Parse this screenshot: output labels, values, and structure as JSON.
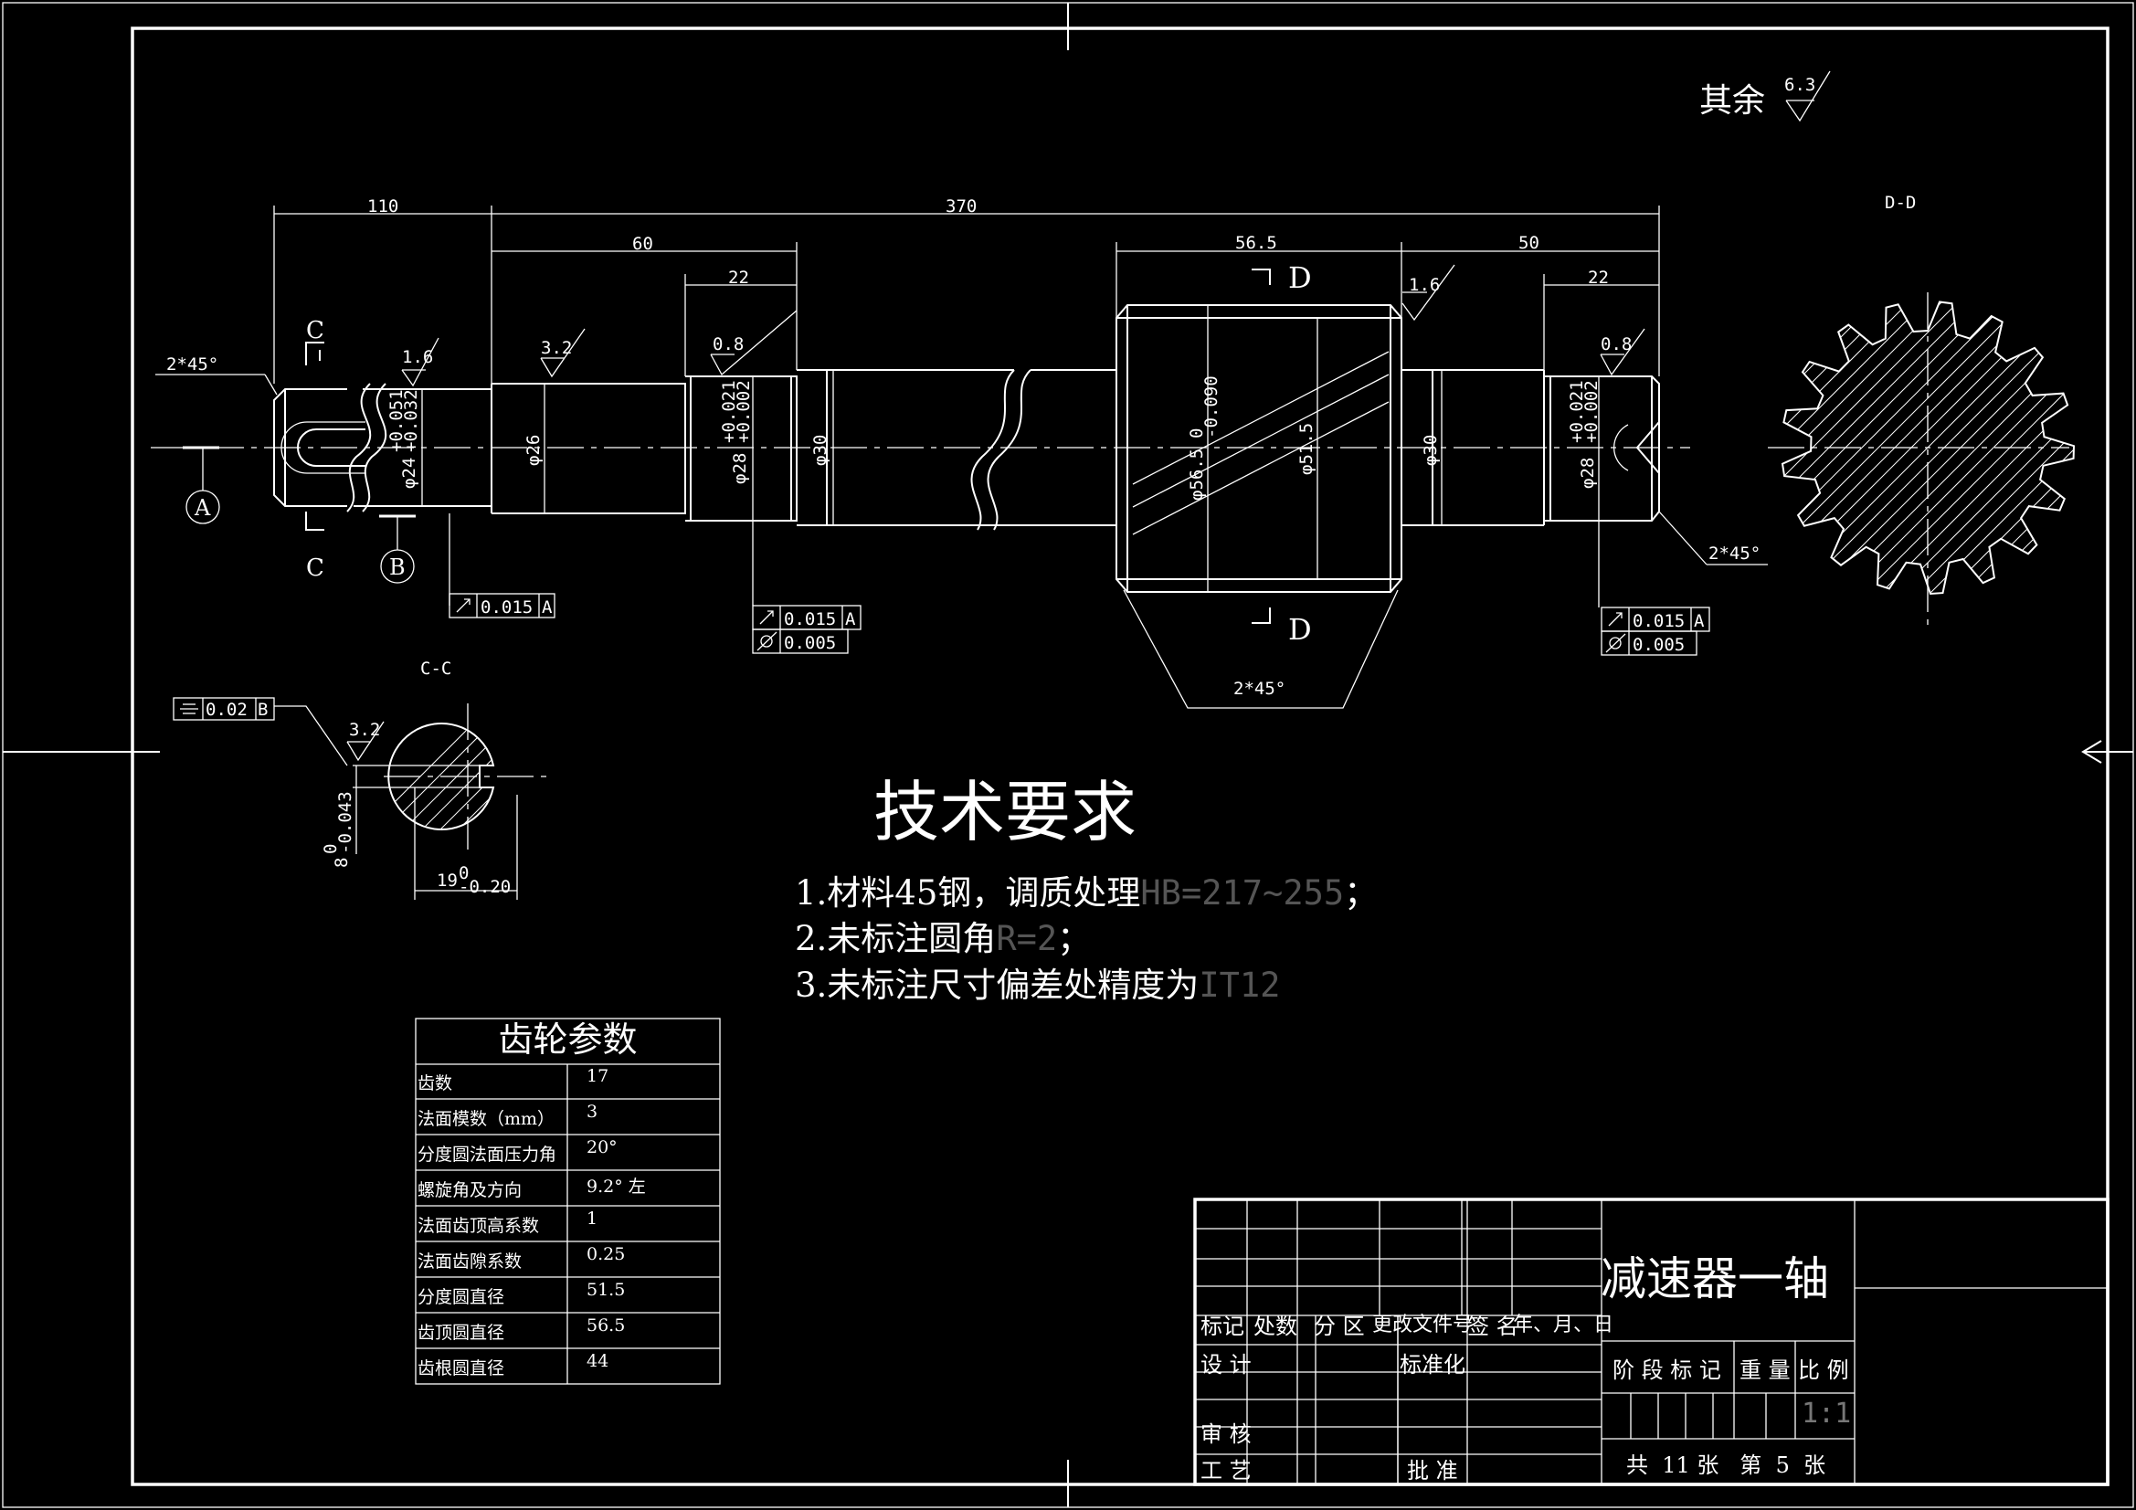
{
  "surface_roughness_default": {
    "label": "其余",
    "value": "6.3"
  },
  "section_dd_label": "D-D",
  "section_cc_label": "C-C",
  "dimensions": {
    "d110": "110",
    "d370": "370",
    "d60": "60",
    "d22a": "22",
    "d56_5": "56.5",
    "d50": "50",
    "d22b": "22",
    "chamfer_left": "2*45°",
    "chamfer_right": "2*45°",
    "chamfer_gear": "2*45°",
    "ra16a": "1.6",
    "ra32a": "3.2",
    "ra08a": "0.8",
    "ra16b": "1.6",
    "ra08b": "0.8",
    "ra32b": "3.2",
    "dia24": "φ24",
    "dia24_tol_up": "+0.051",
    "dia24_tol_low": "+0.032",
    "dia26": "φ26",
    "dia28a": "φ28",
    "dia28a_tol_up": "+0.021",
    "dia28a_tol_low": "+0.002",
    "dia30a": "φ30",
    "dia56_5": "φ56.5",
    "dia56_5_tol_up": "0",
    "dia56_5_tol_low": "-0.090",
    "dia51_5": "φ51.5",
    "dia30b": "φ30",
    "dia28b": "φ28",
    "dia28b_tol_up": "+0.021",
    "dia28b_tol_low": "+0.002",
    "keyway_depth": "8",
    "keyway_depth_tol_up": "0",
    "keyway_depth_tol_low": "-0.043",
    "keyway_width": "19",
    "keyway_width_tol_up": "0",
    "keyway_width_tol_low": "-0.20"
  },
  "datums": {
    "a": "A",
    "b": "B",
    "c": "C",
    "d": "D"
  },
  "tolerances": {
    "runout1_value": "0.015",
    "runout1_datum": "A",
    "runout2_value": "0.015",
    "runout2_datum": "A",
    "cyl2_value": "0.005",
    "runout3_value": "0.015",
    "runout3_datum": "A",
    "cyl3_value": "0.005",
    "sym_value": "0.02",
    "sym_datum": "B"
  },
  "tech_requirements": {
    "title": "技术要求",
    "items": [
      {
        "cn": "1.材料45钢，调质处理",
        "en": "HB=217~255",
        "tail": "；"
      },
      {
        "cn": "2.未标注圆角",
        "en": "R=2",
        "tail": "；"
      },
      {
        "cn": "3.未标注尺寸偏差处精度为",
        "en": "IT12",
        "tail": ""
      }
    ]
  },
  "gear_params": {
    "title": "齿轮参数",
    "rows": [
      {
        "name": "齿数",
        "value": "17"
      },
      {
        "name": "法面模数（mm）",
        "value": "3"
      },
      {
        "name": "分度圆法面压力角",
        "value": "20°"
      },
      {
        "name": "螺旋角及方向",
        "value": "9.2° 左"
      },
      {
        "name": "法面齿顶高系数",
        "value": "1"
      },
      {
        "name": "法面齿隙系数",
        "value": "0.25"
      },
      {
        "name": "分度圆直径",
        "value": "51.5"
      },
      {
        "name": "齿顶圆直径",
        "value": "56.5"
      },
      {
        "name": "齿根圆直径",
        "value": "44"
      }
    ]
  },
  "title_block": {
    "part_name": "减速器一轴",
    "col_mark": "标记",
    "col_count": "处数",
    "col_zone": "分 区",
    "col_doc": "更改文件号",
    "col_sign": "签 名",
    "col_date": "年、月、日",
    "design": "设 计",
    "standard": "标准化",
    "review": "审 核",
    "process": "工 艺",
    "approve": "批 准",
    "stage": "阶 段 标 记",
    "weight": "重 量",
    "scale_label": "比 例",
    "scale_value": "1:1",
    "sheets": "共  11 张   第  5  张"
  }
}
